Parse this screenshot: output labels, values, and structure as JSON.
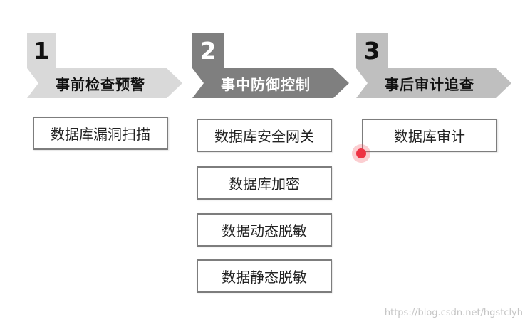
{
  "colors": {
    "stage1": "#d9d9d9",
    "stage2": "#7f7f7f",
    "stage3": "#bfbfbf",
    "box_border": "#7d7d7d",
    "cursor_dot": "#ee3344"
  },
  "stages": [
    {
      "number": "1",
      "title": "事前检查预警",
      "items": [
        "数据库漏洞扫描"
      ]
    },
    {
      "number": "2",
      "title": "事中防御控制",
      "items": [
        "数据库安全网关",
        "数据库加密",
        "数据动态脱敏",
        "数据静态脱敏"
      ]
    },
    {
      "number": "3",
      "title": "事后审计追查",
      "items": [
        "数据库审计"
      ]
    }
  ],
  "watermark": "https://blog.csdn.net/hgstclyh"
}
